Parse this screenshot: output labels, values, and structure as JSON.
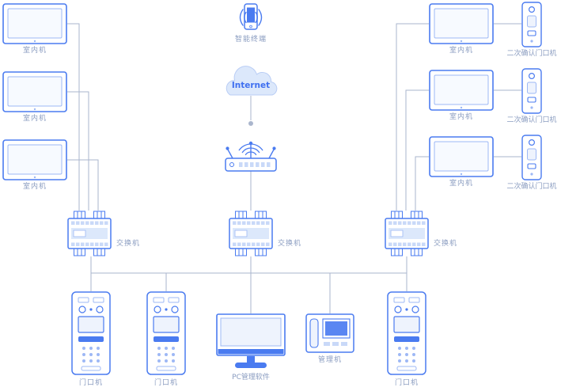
{
  "diagram": {
    "labels": {
      "smart_terminal": "智能终端",
      "internet": "Internet",
      "indoor_unit": "室内机",
      "secondary_door_unit": "二次确认门口机",
      "switch": "交换机",
      "door_unit": "门口机",
      "pc_software": "PC管理软件",
      "management_unit": "管理机"
    },
    "colors": {
      "device_stroke": "#4a7bf0",
      "device_fill_light": "#dce8fb",
      "connection_line": "#aab6cd",
      "label_text": "#8a9cc0",
      "internet_text": "#3f6ff0"
    },
    "counts": {
      "indoor_units": 6,
      "secondary_door_units": 3,
      "switches": 3,
      "door_units": 3
    }
  }
}
